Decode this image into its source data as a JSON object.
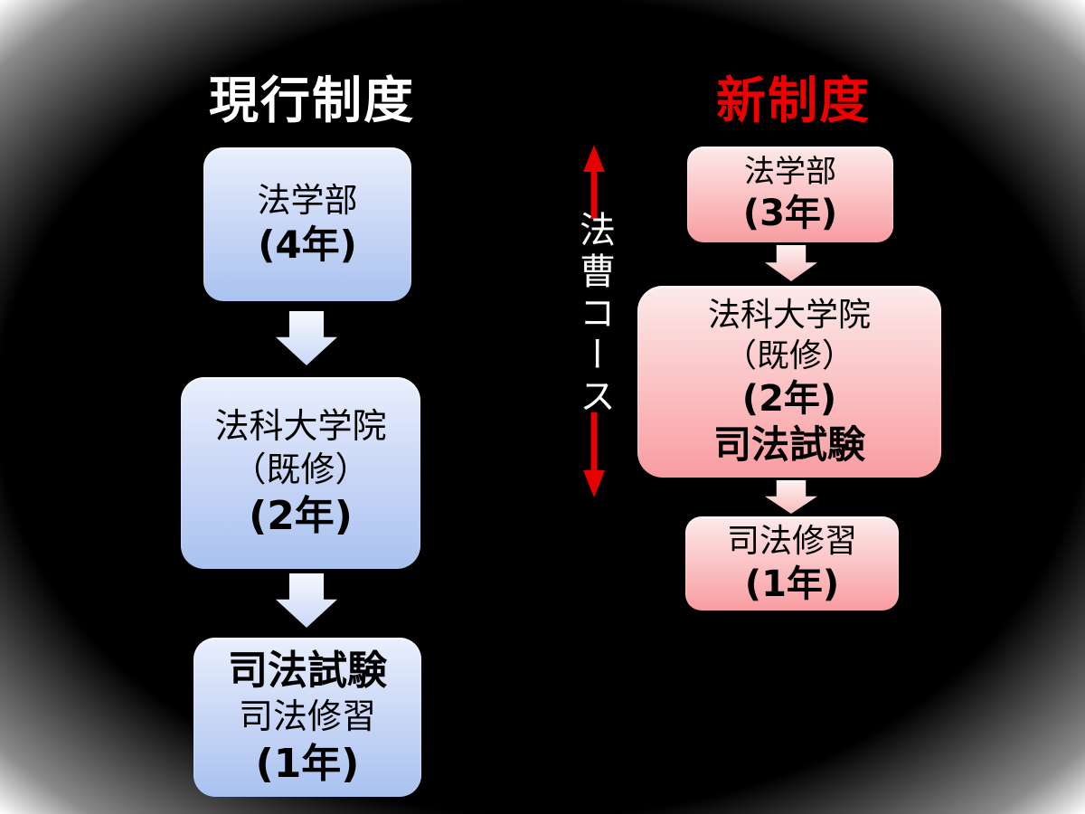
{
  "titles": {
    "current": "現行制度",
    "new": "新制度"
  },
  "course_arrow": {
    "label": "法曹コース"
  },
  "current_system": {
    "boxes": [
      {
        "lines": [
          {
            "text": "法学部"
          },
          {
            "text": "(4年)"
          }
        ]
      },
      {
        "lines": [
          {
            "text": "法科大学院"
          },
          {
            "text": "（既修）"
          },
          {
            "text": "(2年)"
          }
        ]
      },
      {
        "lines": [
          {
            "text": "司法試験"
          },
          {
            "text": "司法修習"
          },
          {
            "text": "(1年)"
          }
        ]
      }
    ]
  },
  "new_system": {
    "boxes": [
      {
        "lines": [
          {
            "text": "法学部"
          },
          {
            "text": "(3年)"
          }
        ]
      },
      {
        "lines": [
          {
            "text": "法科大学院"
          },
          {
            "text": "（既修）"
          },
          {
            "text": "(2年)"
          },
          {
            "text": "司法試験"
          }
        ]
      },
      {
        "lines": [
          {
            "text": "司法修習"
          },
          {
            "text": "(1年)"
          }
        ]
      }
    ]
  },
  "colors": {
    "title_current": "#ffffff",
    "title_new": "#ee0000",
    "blue_box_top": "#e9effc",
    "blue_box_bottom": "#a9c2f0",
    "pink_box_top": "#fdeaea",
    "pink_box_bottom": "#f89da1",
    "red_arrow": "#e60000",
    "box_text": "#000000",
    "background_center": "#000000",
    "background_corner": "#ffffff"
  }
}
